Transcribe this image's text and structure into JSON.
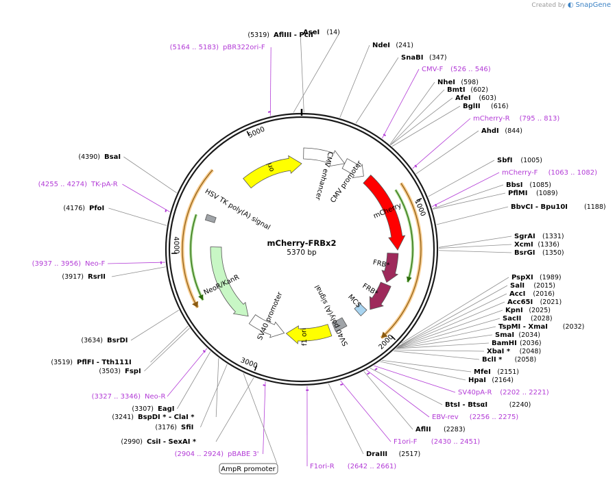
{
  "app": {
    "credit_prefix": "Created by",
    "credit_brand": "SnapGene"
  },
  "plasmid": {
    "name": "mCherry-FRBx2",
    "size_label": "5370 bp",
    "length": 5370
  },
  "colors": {
    "enzyme_line": "#8c8c8c",
    "primer": "#b23ad6",
    "backbone": "#1a1a1a",
    "mcherry": "#ff0000",
    "frb": "#9e2a5b",
    "ori": "#ffff00",
    "neo": "#c8f7c5",
    "orf_orange": "#f0a030",
    "orf_green": "#44aa11"
  },
  "ruler": [
    {
      "pos": 1000,
      "label": "1000"
    },
    {
      "pos": 2000,
      "label": "2000"
    },
    {
      "pos": 3000,
      "label": "3000"
    },
    {
      "pos": 4000,
      "label": "4000"
    },
    {
      "pos": 5000,
      "label": "5000"
    }
  ],
  "enzymes": [
    {
      "name": "AseI",
      "pos": 14,
      "label": "(14)",
      "side": "right"
    },
    {
      "name": "NdeI",
      "pos": 241,
      "label": "(241)",
      "side": "right"
    },
    {
      "name": "SnaBI",
      "pos": 347,
      "label": "(347)",
      "side": "right"
    },
    {
      "name": "NheI",
      "pos": 598,
      "label": "(598)",
      "side": "right"
    },
    {
      "name": "BmtI",
      "pos": 602,
      "label": "(602)",
      "side": "right"
    },
    {
      "name": "AfeI",
      "pos": 603,
      "label": "(603)",
      "side": "right"
    },
    {
      "name": "BglII",
      "pos": 616,
      "label": "(616)",
      "side": "right"
    },
    {
      "name": "AhdI",
      "pos": 844,
      "label": "(844)",
      "side": "right"
    },
    {
      "name": "SbfI",
      "pos": 1005,
      "label": "(1005)",
      "side": "right"
    },
    {
      "name": "BbsI",
      "pos": 1085,
      "label": "(1085)",
      "side": "right"
    },
    {
      "name": "PflMI",
      "pos": 1089,
      "label": "(1089)",
      "side": "right"
    },
    {
      "name": "BbvCI",
      "name2": "Bpu10I",
      "pos": 1188,
      "label": "(1188)",
      "side": "right"
    },
    {
      "name": "SgrAI",
      "pos": 1331,
      "label": "(1331)",
      "side": "right"
    },
    {
      "name": "XcmI",
      "pos": 1336,
      "label": "(1336)",
      "side": "right"
    },
    {
      "name": "BsrGI",
      "pos": 1350,
      "label": "(1350)",
      "side": "right"
    },
    {
      "name": "PspXI",
      "pos": 1989,
      "label": "(1989)",
      "side": "right"
    },
    {
      "name": "SalI",
      "pos": 2015,
      "label": "(2015)",
      "side": "right"
    },
    {
      "name": "AccI",
      "pos": 2016,
      "label": "(2016)",
      "side": "right"
    },
    {
      "name": "Acc65I",
      "pos": 2021,
      "label": "(2021)",
      "side": "right"
    },
    {
      "name": "KpnI",
      "pos": 2025,
      "label": "(2025)",
      "side": "right"
    },
    {
      "name": "SacII",
      "pos": 2028,
      "label": "(2028)",
      "side": "right"
    },
    {
      "name": "TspMI",
      "name2": "XmaI",
      "pos": 2032,
      "label": "(2032)",
      "side": "right"
    },
    {
      "name": "SmaI",
      "pos": 2034,
      "label": "(2034)",
      "side": "right"
    },
    {
      "name": "BamHI",
      "pos": 2036,
      "label": "(2036)",
      "side": "right"
    },
    {
      "name": "XbaI *",
      "pos": 2048,
      "label": "(2048)",
      "side": "right"
    },
    {
      "name": "BclI *",
      "pos": 2058,
      "label": "(2058)",
      "side": "right"
    },
    {
      "name": "MfeI",
      "pos": 2151,
      "label": "(2151)",
      "side": "right"
    },
    {
      "name": "HpaI",
      "pos": 2164,
      "label": "(2164)",
      "side": "right"
    },
    {
      "name": "BtsI",
      "name2": "BtsαI",
      "pos": 2240,
      "label": "(2240)",
      "side": "right"
    },
    {
      "name": "AflII",
      "pos": 2283,
      "label": "(2283)",
      "side": "right"
    },
    {
      "name": "DraIII",
      "pos": 2517,
      "label": "(2517)",
      "side": "right"
    },
    {
      "name": "CsiI",
      "name2": "SexAI *",
      "pos": 2990,
      "label": "(2990)",
      "side": "left"
    },
    {
      "name": "SfiI",
      "pos": 3176,
      "label": "(3176)",
      "side": "left"
    },
    {
      "name": "BspDI *",
      "name2": "ClaI *",
      "pos": 3241,
      "label": "(3241)",
      "side": "left"
    },
    {
      "name": "EagI",
      "pos": 3307,
      "label": "(3307)",
      "side": "left"
    },
    {
      "name": "FspI",
      "pos": 3503,
      "label": "(3503)",
      "side": "left"
    },
    {
      "name": "PflFI",
      "name2": "Tth111I",
      "pos": 3519,
      "label": "(3519)",
      "side": "left"
    },
    {
      "name": "BsrDI",
      "pos": 3634,
      "label": "(3634)",
      "side": "left"
    },
    {
      "name": "RsrII",
      "pos": 3917,
      "label": "(3917)",
      "side": "left"
    },
    {
      "name": "PfoI",
      "pos": 4176,
      "label": "(4176)",
      "side": "left"
    },
    {
      "name": "BsaI",
      "pos": 4390,
      "label": "(4390)",
      "side": "left"
    },
    {
      "name": "AflIII",
      "name2": "PciI",
      "pos": 5319,
      "label": "(5319)",
      "side": "left"
    }
  ],
  "primers": [
    {
      "name": "CMV-F",
      "range": "(526 .. 546)",
      "pos": 536,
      "side": "right"
    },
    {
      "name": "mCherry-R",
      "range": "(795 .. 813)",
      "pos": 804,
      "side": "right"
    },
    {
      "name": "mCherry-F",
      "range": "(1063 .. 1082)",
      "pos": 1072,
      "side": "right"
    },
    {
      "name": "SV40pA-R",
      "range": "(2202 .. 2221)",
      "pos": 2211,
      "side": "right"
    },
    {
      "name": "EBV-rev",
      "range": "(2256 .. 2275)",
      "pos": 2265,
      "side": "right"
    },
    {
      "name": "F1ori-F",
      "range": "(2430 .. 2451)",
      "pos": 2440,
      "side": "right"
    },
    {
      "name": "F1ori-R",
      "range": "(2642 .. 2661)",
      "pos": 2651,
      "side": "right"
    },
    {
      "name": "pBABE 3'",
      "range": "(2904 .. 2924)",
      "pos": 2914,
      "side": "left"
    },
    {
      "name": "Neo-R",
      "range": "(3327 .. 3346)",
      "pos": 3336,
      "side": "left"
    },
    {
      "name": "Neo-F",
      "range": "(3937 .. 3956)",
      "pos": 3946,
      "side": "left"
    },
    {
      "name": "TK-pA-R",
      "range": "(4255 .. 4274)",
      "pos": 4264,
      "side": "left"
    },
    {
      "name": "pBR322ori-F",
      "range": "(5164 .. 5183)",
      "pos": 5173,
      "side": "left"
    }
  ],
  "features": [
    {
      "name": "CMV enhancer",
      "start": 17,
      "end": 397,
      "color": "#ffffff",
      "kind": "promoter"
    },
    {
      "name": "CMV promoter",
      "start": 397,
      "end": 600,
      "color": "#ffffff",
      "kind": "promoter"
    },
    {
      "name": "mCherry",
      "start": 640,
      "end": 1350,
      "color": "#ff0000",
      "kind": "cds"
    },
    {
      "name": "FRB*",
      "start": 1380,
      "end": 1660,
      "color": "#9e2a5b",
      "kind": "cds"
    },
    {
      "name": "FRB*",
      "start": 1680,
      "end": 1960,
      "color": "#9e2a5b",
      "kind": "cds"
    },
    {
      "name": "MCS",
      "start": 1985,
      "end": 2065,
      "color": "#a8d4f0",
      "kind": "box"
    },
    {
      "name": "SV40 poly(A) signal",
      "start": 2230,
      "end": 2350,
      "color": "#a0a4a8",
      "kind": "box"
    },
    {
      "name": "f1 ori",
      "start": 2400,
      "end": 2840,
      "color": "#ffff00",
      "kind": "ori"
    },
    {
      "name": "SV40 promoter",
      "start": 2860,
      "end": 3210,
      "color": "#ffffff",
      "kind": "promoter"
    },
    {
      "name": "NeoR/KanR",
      "start": 3260,
      "end": 4050,
      "color": "#c8f7c5",
      "kind": "cds"
    },
    {
      "name": "HSV TK poly(A) signal",
      "start": 4280,
      "end": 4330,
      "color": "#a0a4a8",
      "kind": "box"
    },
    {
      "name": "ori",
      "start": 4780,
      "end": 5370,
      "color": "#ffff00",
      "kind": "ori"
    }
  ],
  "bottom_label": "AmpR promoter"
}
